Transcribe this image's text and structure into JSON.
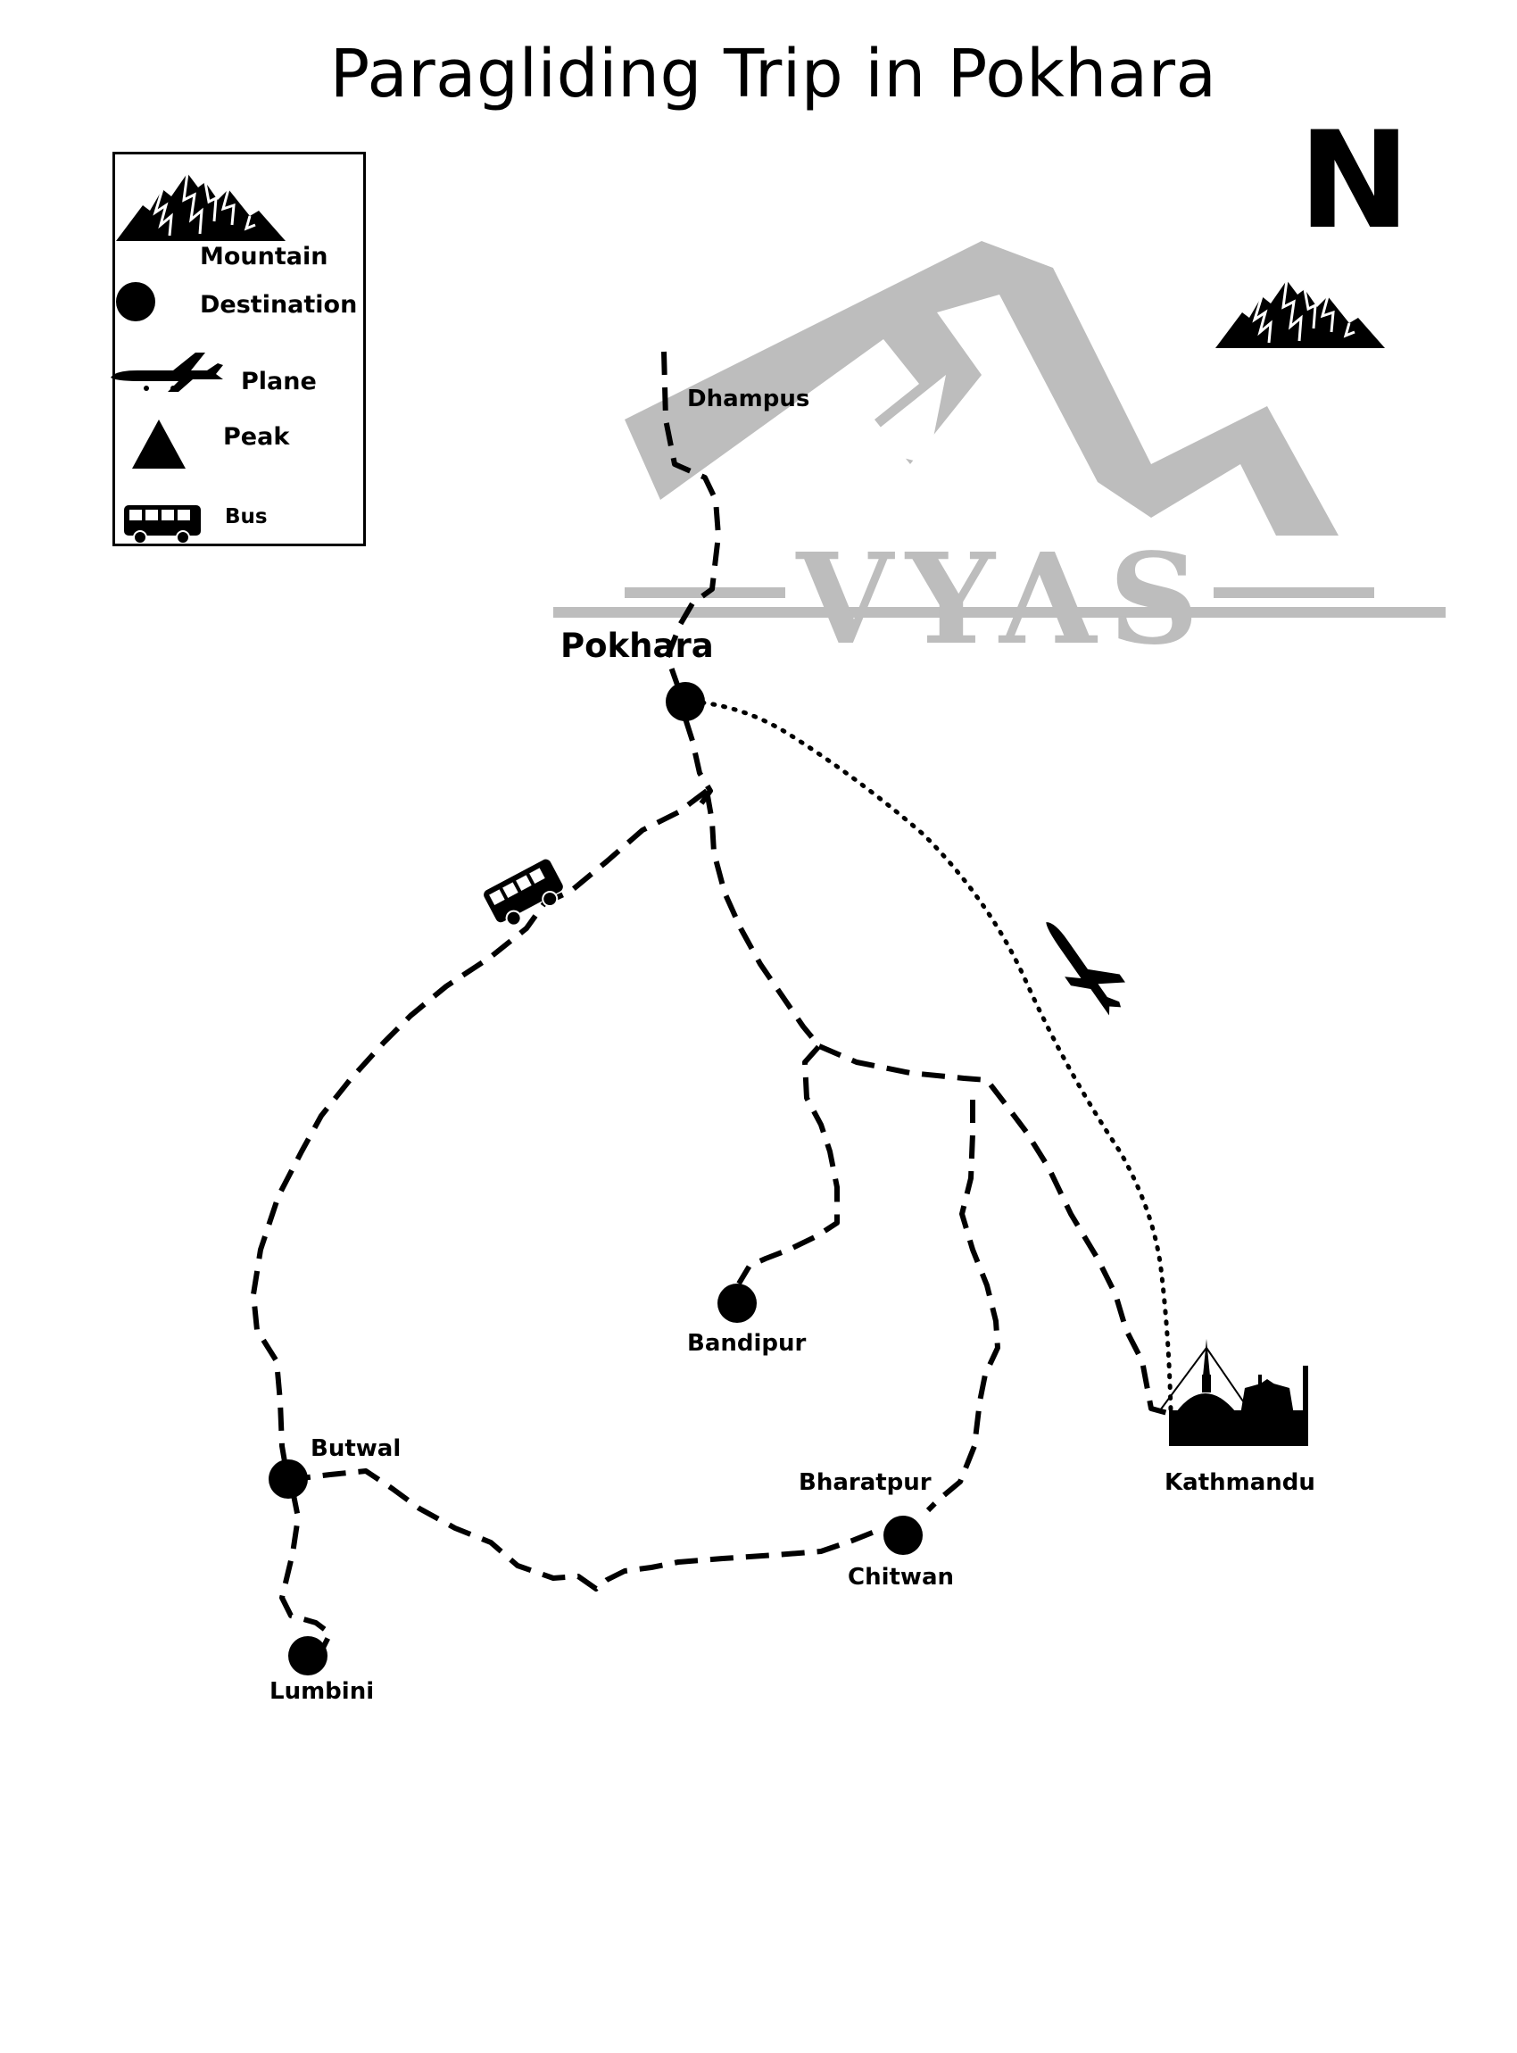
{
  "title": "Paragliding Trip in Pokhara",
  "north_label": "N",
  "watermark": {
    "text": "VYAS",
    "color": "#bdbdbd"
  },
  "legend": {
    "items": [
      {
        "label": "Mountain",
        "icon": "mountain-icon"
      },
      {
        "label": "Destination",
        "icon": "destination-dot-icon"
      },
      {
        "label": "Plane",
        "icon": "plane-icon"
      },
      {
        "label": "Peak",
        "icon": "peak-triangle-icon"
      },
      {
        "label": "Bus",
        "icon": "bus-icon"
      }
    ]
  },
  "places": {
    "dhampus": "Dhampus",
    "pokhara": "Pokhara",
    "bandipur": "Bandipur",
    "butwal": "Butwal",
    "bharatpur": "Bharatpur",
    "chitwan": "Chitwan",
    "lumbini": "Lumbini",
    "kathmandu": "Kathmandu"
  },
  "colors": {
    "ink": "#000000",
    "watermark": "#bdbdbd",
    "background": "#ffffff"
  }
}
